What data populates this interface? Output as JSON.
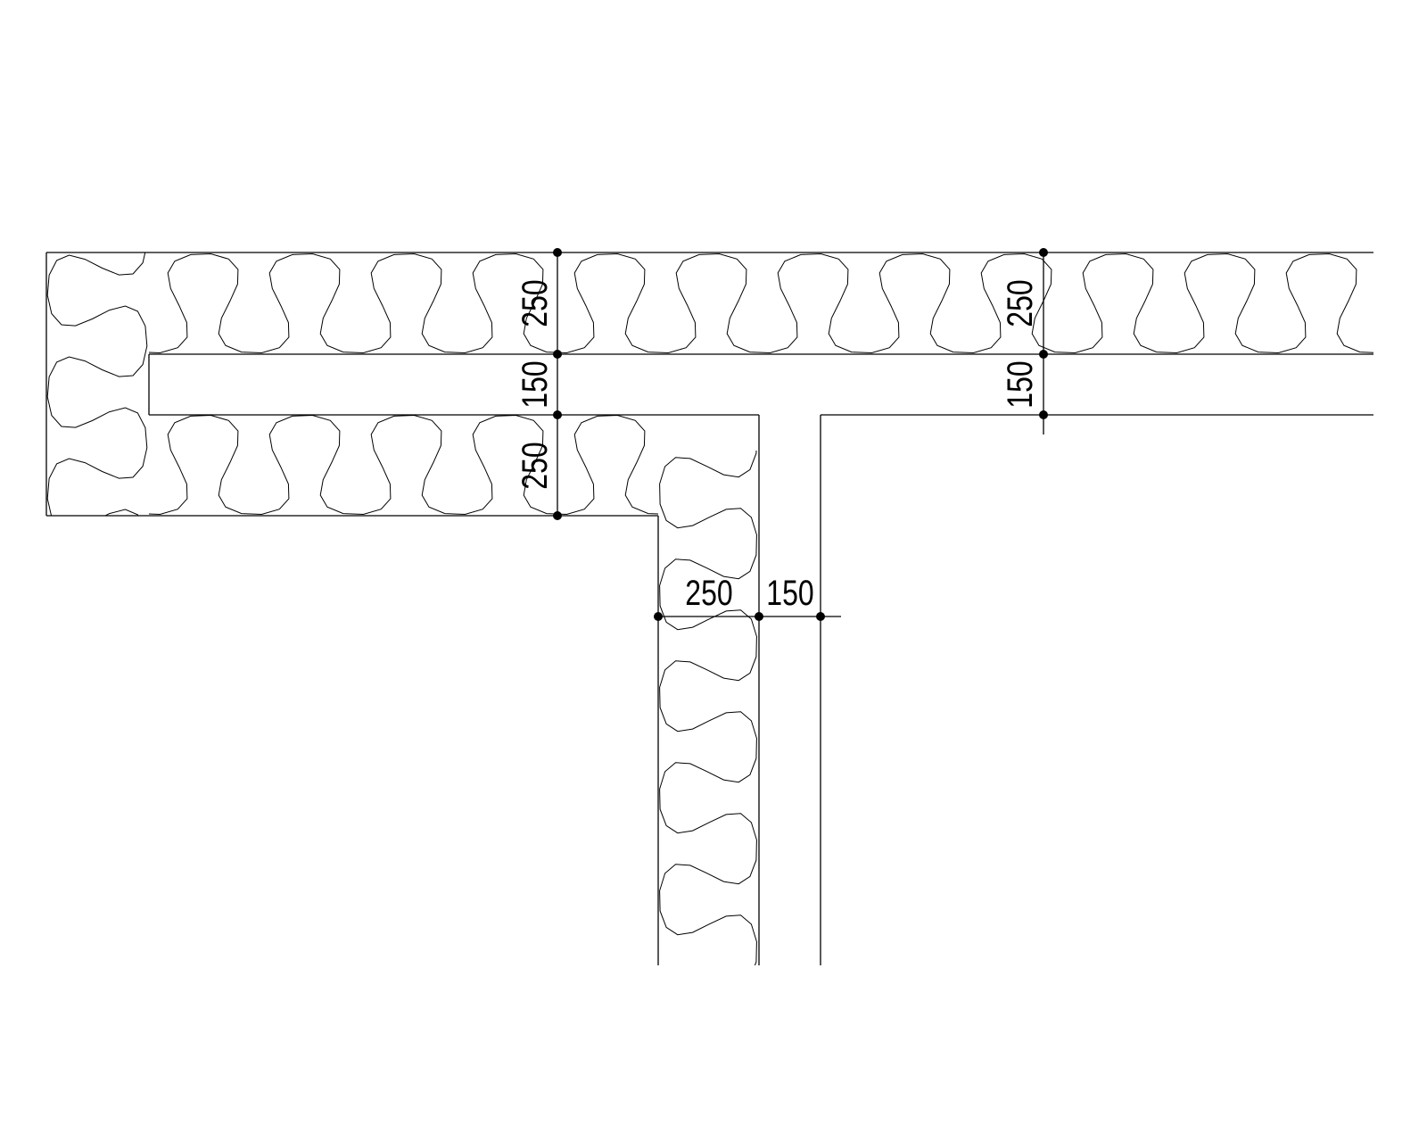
{
  "drawing": {
    "title": "Wall junction with batt insulation",
    "colors": {
      "line": "#000000",
      "background": "#ffffff"
    },
    "dimensions": {
      "left_column": [
        "250",
        "150",
        "250"
      ],
      "right_column": [
        "250",
        "150"
      ],
      "bottom_row": [
        "250",
        "150"
      ]
    }
  }
}
